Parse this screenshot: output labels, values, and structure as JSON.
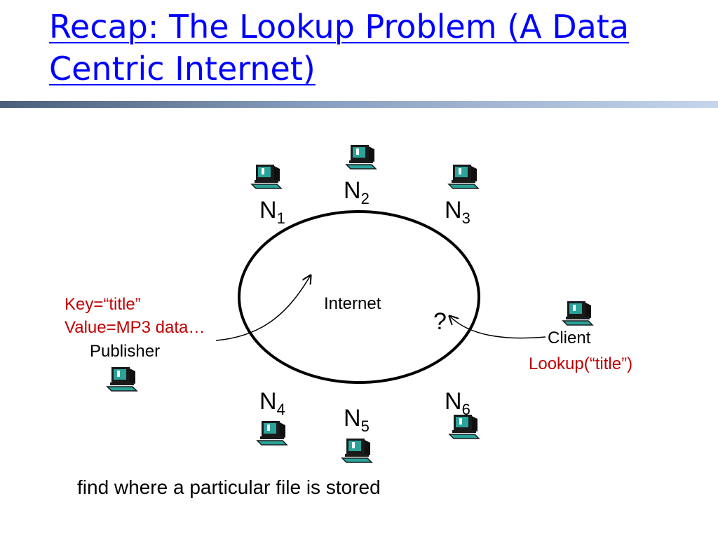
{
  "title": "Recap: The Lookup Problem (A Data Centric Internet)",
  "diagram": {
    "cloud_label": "Internet",
    "query_mark": "?",
    "nodes": [
      {
        "letter": "N",
        "index": "1"
      },
      {
        "letter": "N",
        "index": "2"
      },
      {
        "letter": "N",
        "index": "3"
      },
      {
        "letter": "N",
        "index": "4"
      },
      {
        "letter": "N",
        "index": "5"
      },
      {
        "letter": "N",
        "index": "6"
      }
    ],
    "publisher": {
      "key_text": "Key=“title”",
      "value_text": "Value=MP3 data…",
      "label": "Publisher"
    },
    "client": {
      "label": "Client",
      "lookup_text": "Lookup(“title”)"
    }
  },
  "caption": "find where a particular file is stored",
  "colors": {
    "title": "#0000ff",
    "annotation_red": "#c00000",
    "computer_teal": "#2aa39a"
  },
  "icons": [
    "computer-icon"
  ]
}
